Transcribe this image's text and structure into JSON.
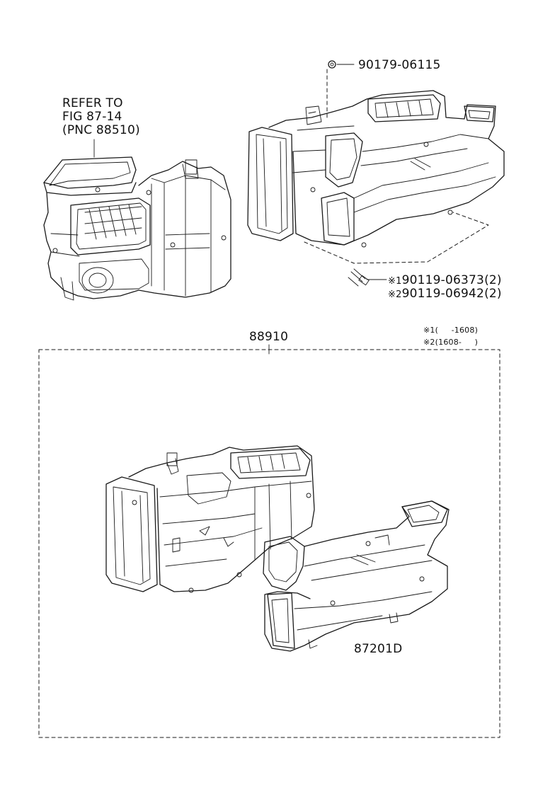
{
  "refer_note": {
    "line1": "REFER TO",
    "line2": "FIG 87-14",
    "line3": "(PNC 88510)"
  },
  "parts": {
    "nut": "90179-06115",
    "bolt_1_mark": "※1",
    "bolt_1": "90119-06373(2)",
    "bolt_2_mark": "※2",
    "bolt_2": "90119-06942(2)",
    "assembly": "88910",
    "sub_unit": "87201D"
  },
  "date_notes": {
    "note_1_mark": "※1",
    "note_1": "(     -1608)",
    "note_2_mark": "※2",
    "note_2": "(1608-     )"
  },
  "colors": {
    "line": "#1a1a1a",
    "background": "#ffffff"
  }
}
